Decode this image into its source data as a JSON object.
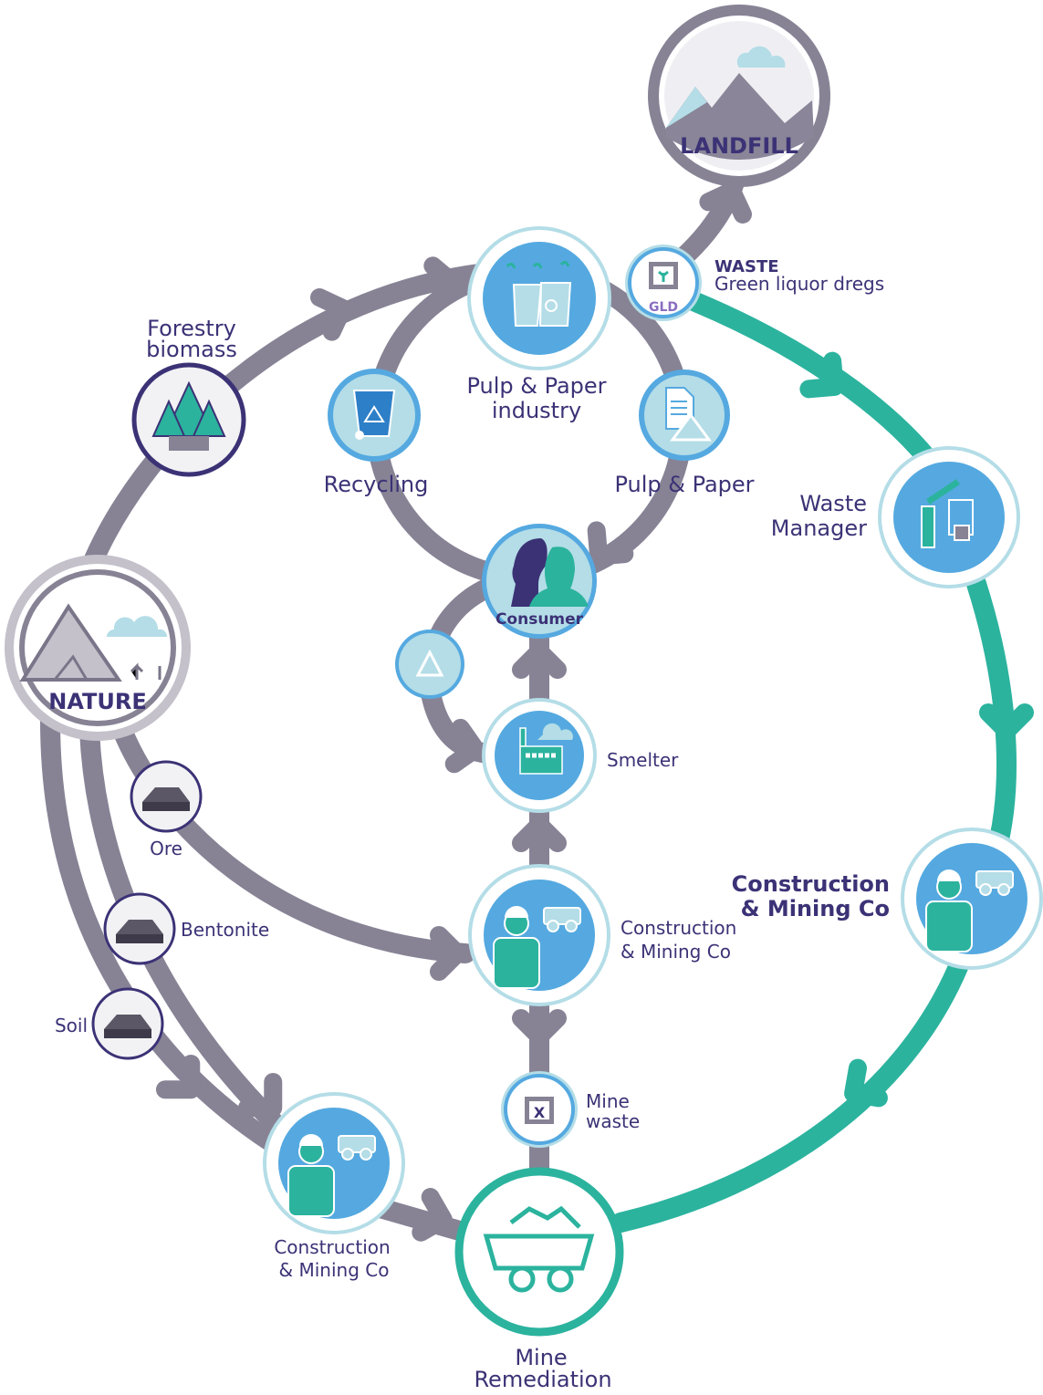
{
  "colors": {
    "flow_gray": "#878395",
    "flow_teal": "#2bb39e",
    "node_blue": "#55a9e0",
    "node_light": "#b4dde7",
    "text_navy": "#3b3276"
  },
  "nodes": {
    "landfill": {
      "label": "LANDFILL",
      "icon": "mountain-icon"
    },
    "nature": {
      "label": "NATURE",
      "icon": "mountain-trees-icon"
    },
    "pulp_industry": {
      "label_line1": "Pulp & Paper",
      "label_line2": "industry",
      "icon": "factory-icon"
    },
    "waste_gld": {
      "badge": "GLD",
      "title": "WASTE",
      "subtitle": "Green liquor dregs",
      "icon": "plant-box-icon"
    },
    "forestry": {
      "label_line1": "Forestry",
      "label_line2": "biomass",
      "icon": "trees-icon"
    },
    "recycling": {
      "label": "Recycling",
      "icon": "recycle-bin-icon"
    },
    "pulp_paper": {
      "label": "Pulp & Paper",
      "icon": "document-icon"
    },
    "consumer": {
      "label": "Consumer",
      "icon": "people-icon"
    },
    "recycle_small": {
      "icon": "recycle-icon"
    },
    "smelter": {
      "label": "Smelter",
      "icon": "smelter-icon"
    },
    "construction_center": {
      "label_line1": "Construction",
      "label_line2": "& Mining Co",
      "icon": "miner-icon"
    },
    "mine_waste": {
      "label_line1": "Mine",
      "label_line2": "waste",
      "icon": "waste-box-icon"
    },
    "mine_remediation": {
      "label_line1": "Mine",
      "label_line2": "Remediation",
      "icon": "mine-cart-icon"
    },
    "waste_manager": {
      "label_line1": "Waste",
      "label_line2": "Manager",
      "icon": "robot-arm-icon"
    },
    "construction_right": {
      "label_line1": "Construction",
      "label_line2": "& Mining Co",
      "icon": "miner-icon"
    },
    "construction_left": {
      "label_line1": "Construction",
      "label_line2": "& Mining Co",
      "icon": "miner-icon"
    },
    "ore": {
      "label": "Ore",
      "icon": "ore-pile-icon"
    },
    "bentonite": {
      "label": "Bentonite",
      "icon": "ore-pile-icon"
    },
    "soil": {
      "label": "Soil",
      "icon": "ore-pile-icon"
    }
  }
}
